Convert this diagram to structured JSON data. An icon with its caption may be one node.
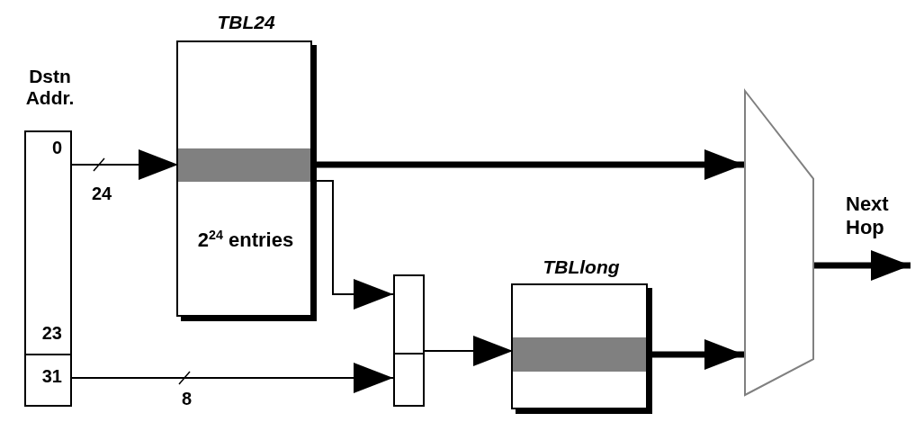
{
  "diagram": {
    "nodes": [
      {
        "text": [
          "Dstn Addr."
        ]
      },
      {
        "text": [
          "0",
          "23"
        ],
        "in": 0
      },
      {
        "text": [
          "31"
        ],
        "in": 0
      },
      {
        "text": [
          "TBL24",
          "2$^{24}$ entries"
        ]
      },
      {
        "text": [],
        "shape": "bar",
        "in": 3
      },
      {
        "text": [],
        "shape": "box"
      },
      {
        "text": [
          "TBLlong"
        ]
      },
      {
        "text": [],
        "shape": "bar",
        "in": 6
      },
      {
        "text": [],
        "shape": "trapezoid"
      }
    ],
    "edges": [
      {
        "from": 1,
        "to": 4,
        "arrow": "to",
        "label": "24"
      },
      {
        "from": 4,
        "to": 8,
        "arrow": "to",
        "style": "thick"
      },
      {
        "from": 4,
        "to": 5,
        "arrow": "to"
      },
      {
        "from": 2,
        "to": 5,
        "arrow": "to",
        "label": "8"
      },
      {
        "from": 5,
        "to": 7,
        "arrow": "to"
      },
      {
        "from": 7,
        "to": 8,
        "arrow": "to",
        "style": "thick"
      },
      {
        "from": 8,
        "to": null,
        "arrow": "to",
        "style": "thick"
      }
    ],
    "labels": [
      "Next Hop"
    ]
  }
}
